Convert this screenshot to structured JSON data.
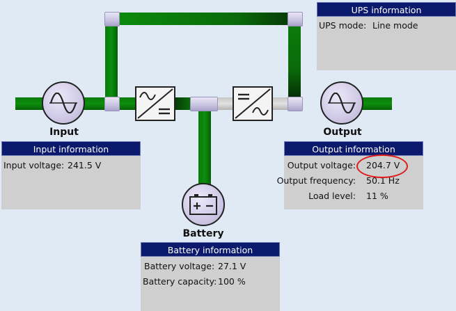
{
  "nodes": {
    "input_label": "Input",
    "output_label": "Output",
    "battery_label": "Battery"
  },
  "ups_info": {
    "title": "UPS information",
    "mode_label": "UPS mode:",
    "mode_value": "Line mode"
  },
  "input_info": {
    "title": "Input information",
    "voltage_label": "Input voltage:",
    "voltage_value": "241.5 V"
  },
  "output_info": {
    "title": "Output information",
    "voltage_label": "Output voltage:",
    "voltage_value": "204.7 V",
    "frequency_label": "Output frequency:",
    "frequency_value": "50.1 Hz",
    "load_label": "Load level:",
    "load_value": "11 %"
  },
  "battery_info": {
    "title": "Battery information",
    "voltage_label": "Battery voltage:",
    "voltage_value": "27.1 V",
    "capacity_label": "Battery capacity:",
    "capacity_value": "100 %"
  },
  "icons": {
    "input": "sine-wave-icon",
    "rectifier": "ac-to-dc-icon",
    "inverter": "dc-to-ac-icon",
    "output": "sine-wave-icon",
    "battery": "battery-icon"
  },
  "colors": {
    "active_line": "#0d8f0d",
    "inactive_line": "#d4d4d4",
    "panel_header": "#0c1a6e",
    "panel_body": "#cfcfcf",
    "annotation": "#e01818"
  }
}
